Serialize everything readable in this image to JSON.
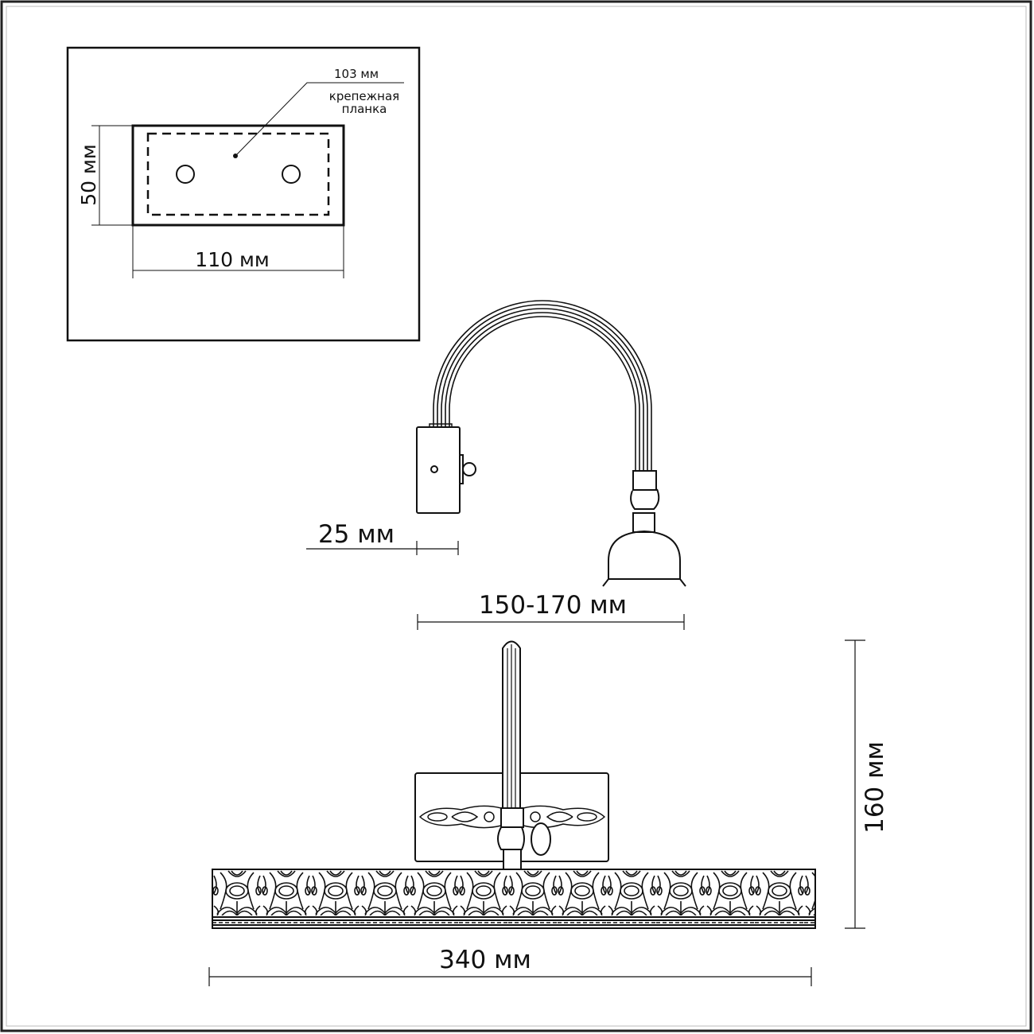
{
  "mounting_plate_view": {
    "width_label": "110 мм",
    "height_label": "50 мм",
    "bracket_width_label": "103 мм",
    "bracket_caption_line1": "крепежная",
    "bracket_caption_line2": "планка"
  },
  "side_view": {
    "depth_label": "25 мм",
    "reach_label": "150-170 мм"
  },
  "front_view": {
    "height_label": "160 мм",
    "width_label": "340 мм"
  },
  "colors": {
    "line": "#111111",
    "background": "#ffffff"
  }
}
